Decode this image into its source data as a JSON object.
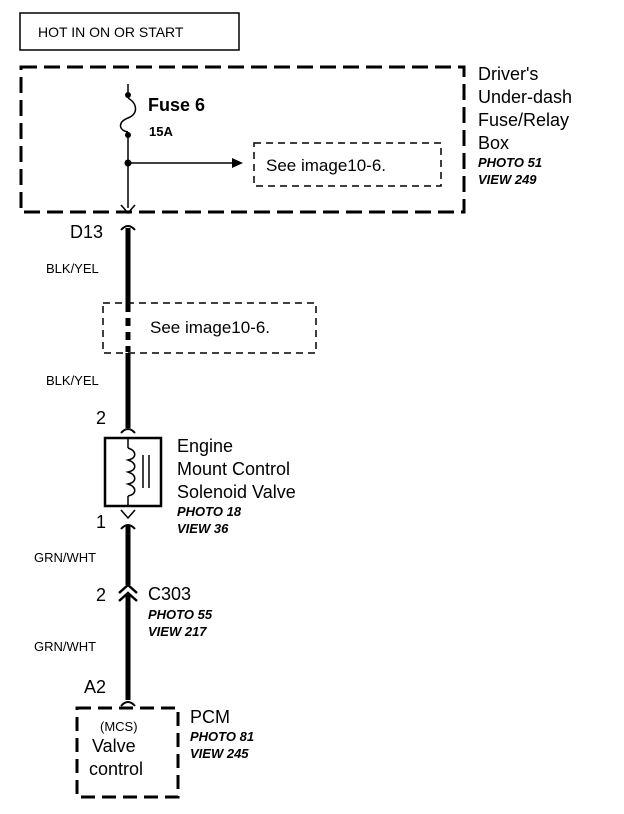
{
  "power_label": "HOT IN ON OR START",
  "fuse_box": {
    "name_lines": [
      "Driver's",
      "Under-dash",
      "Fuse/Relay",
      "Box"
    ],
    "photo": "PHOTO 51",
    "view": "VIEW 249"
  },
  "fuse": {
    "name": "Fuse 6",
    "rating": "15A"
  },
  "see_ref_fuse": "See image10-6.",
  "see_ref_wire": "See image10-6.",
  "terminals": {
    "fuse_box_out": "D13",
    "valve_in": "2",
    "valve_out": "1",
    "connector_pin": "2",
    "pcm_in": "A2"
  },
  "wires": {
    "upper_1": "BLK/YEL",
    "upper_2": "BLK/YEL",
    "lower_1": "GRN/WHT",
    "lower_2": "GRN/WHT"
  },
  "valve": {
    "name_lines": [
      "Engine",
      "Mount Control",
      "Solenoid Valve"
    ],
    "photo": "PHOTO 18",
    "view": "VIEW 36"
  },
  "connector": {
    "name": "C303",
    "photo": "PHOTO 55",
    "view": "VIEW 217"
  },
  "pcm": {
    "name": "PCM",
    "photo": "PHOTO 81",
    "view": "VIEW 245",
    "signal_tag": "(MCS)",
    "signal_lines": [
      "Valve",
      "control"
    ]
  }
}
